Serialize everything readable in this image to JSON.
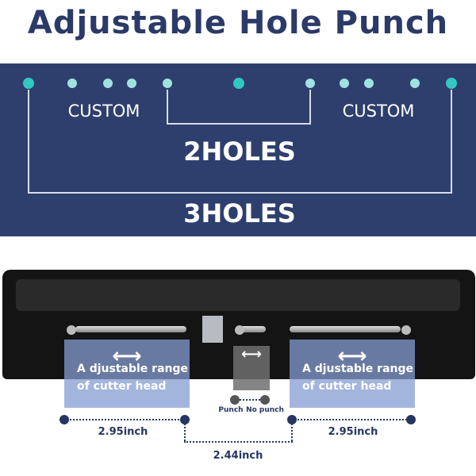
{
  "title": "Adjustable Hole Punch",
  "panel": {
    "custom_left": "CUSTOM",
    "custom_right": "CUSTOM",
    "two_holes": "2HOLES",
    "three_holes": "3HOLES"
  },
  "colors": {
    "panel": "#2e3f6e",
    "main_hole": "#33c7c2",
    "custom_hole": "#9fe3e0",
    "title": "#2b3a67"
  },
  "callouts": {
    "left": {
      "arrow": "⟷",
      "text": "A djustable range of cutter head"
    },
    "right": {
      "arrow": "⟷",
      "text": "A djustable range of cutter head"
    },
    "center_arrow": "⟷",
    "punch": "Punch",
    "no_punch": "No punch"
  },
  "measurements": {
    "left": "2.95inch",
    "right": "2.95inch",
    "middle": "2.44inch"
  }
}
